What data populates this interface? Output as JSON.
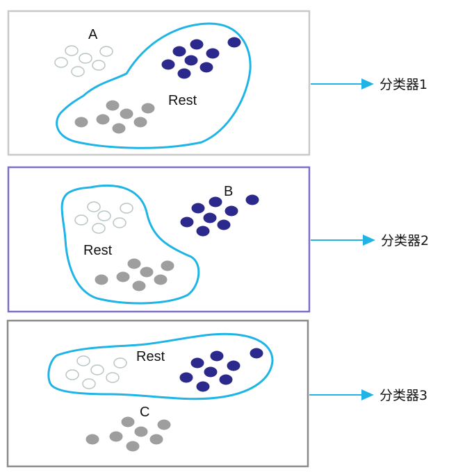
{
  "panels": [
    {
      "class_label": "A",
      "rest_label": "Rest",
      "classifier": "分类器1",
      "border_color": "#c8c8c8"
    },
    {
      "class_label": "B",
      "rest_label": "Rest",
      "classifier": "分类器2",
      "border_color": "#7b6fc4"
    },
    {
      "class_label": "C",
      "rest_label": "Rest",
      "classifier": "分类器3",
      "border_color": "#8a8a8a"
    }
  ],
  "colors": {
    "boundary": "#1fb4e6",
    "arrow": "#1fb4e6",
    "class_a": "#d9e0e0",
    "class_b": "#2b2a8c",
    "class_c": "#9e9e9e"
  }
}
